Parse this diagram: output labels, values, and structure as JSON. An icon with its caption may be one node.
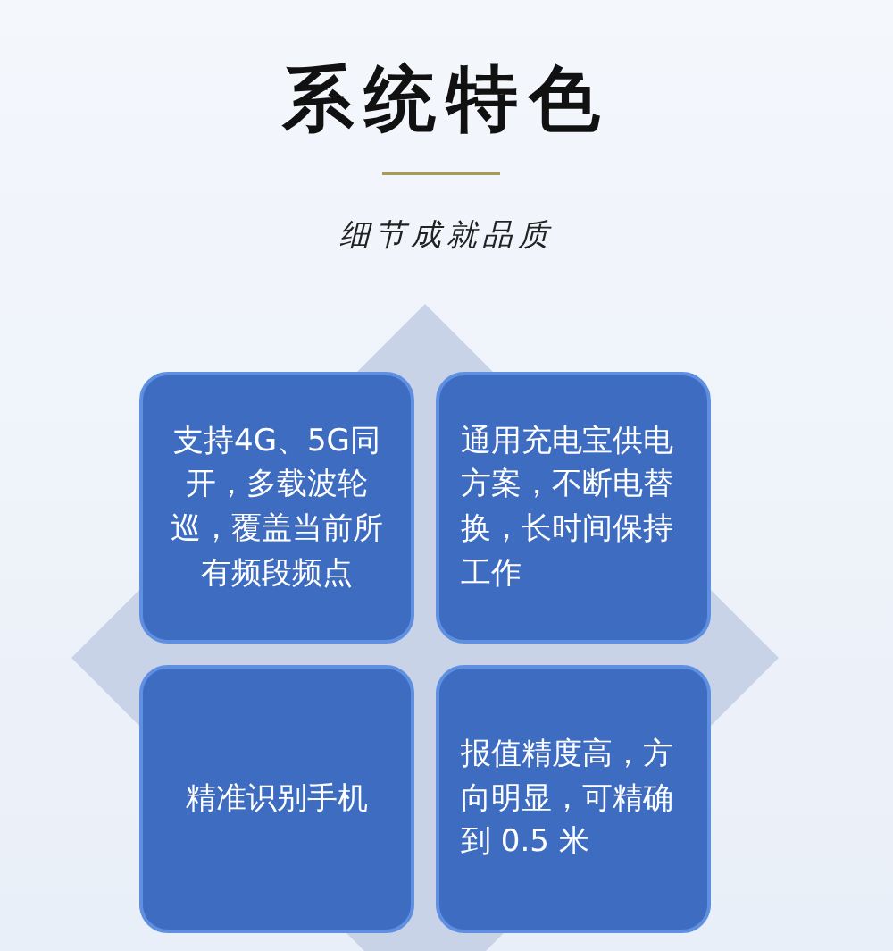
{
  "diagram": {
    "title": "系统特色",
    "nodes": [
      {
        "text": [
          "支持4G、5G同开，多载波轮巡，覆盖当前所有频段频点"
        ]
      },
      {
        "text": [
          "通用充电宝供电方案，不断电替换，长时间保持工作"
        ]
      },
      {
        "text": [
          "精准识别手机"
        ]
      },
      {
        "text": [
          "报值精度高，方向明显，可精确到 0.5 米"
        ]
      }
    ],
    "labels": [
      "细节成就品质"
    ]
  }
}
